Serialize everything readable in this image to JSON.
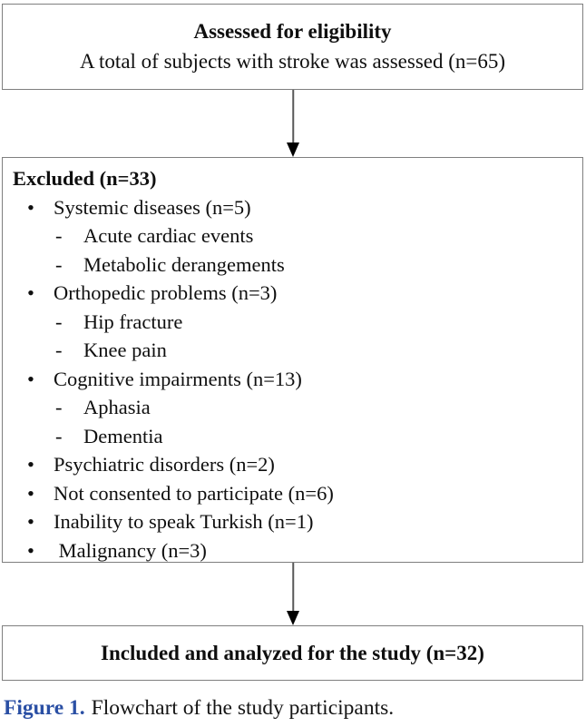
{
  "colors": {
    "box_border": "#7f7f7f",
    "text": "#0f0f0f",
    "caption_label_blue": "#2a4fa4",
    "arrow_line": "#595959",
    "arrow_head": "#000000",
    "background": "#ffffff"
  },
  "assessed_box": {
    "title": "Assessed for eligibility",
    "subtitle": "A total of subjects with stroke was assessed (n=65)"
  },
  "excluded_box": {
    "title": "Excluded (n=33)",
    "bullet_char": "•",
    "dash_char": "-",
    "items": [
      {
        "level": 1,
        "text": "Systemic diseases (n=5)"
      },
      {
        "level": 2,
        "text": "Acute cardiac events"
      },
      {
        "level": 2,
        "text": "Metabolic derangements"
      },
      {
        "level": 1,
        "text": "Orthopedic problems (n=3)"
      },
      {
        "level": 2,
        "text": "Hip fracture"
      },
      {
        "level": 2,
        "text": "Knee pain"
      },
      {
        "level": 1,
        "text": "Cognitive impairments (n=13)"
      },
      {
        "level": 2,
        "text": "Aphasia"
      },
      {
        "level": 2,
        "text": "Dementia"
      },
      {
        "level": 1,
        "text": "Psychiatric disorders (n=2)"
      },
      {
        "level": 1,
        "text": "Not consented to participate (n=6)"
      },
      {
        "level": 1,
        "text": "Inability to speak Turkish (n=1)"
      },
      {
        "level": 1,
        "text": " Malignancy (n=3)"
      }
    ]
  },
  "included_box": {
    "title": "Included and analyzed for the study (n=32)"
  },
  "caption": {
    "label": "Figure 1.",
    "text": "Flowchart of the study participants."
  }
}
